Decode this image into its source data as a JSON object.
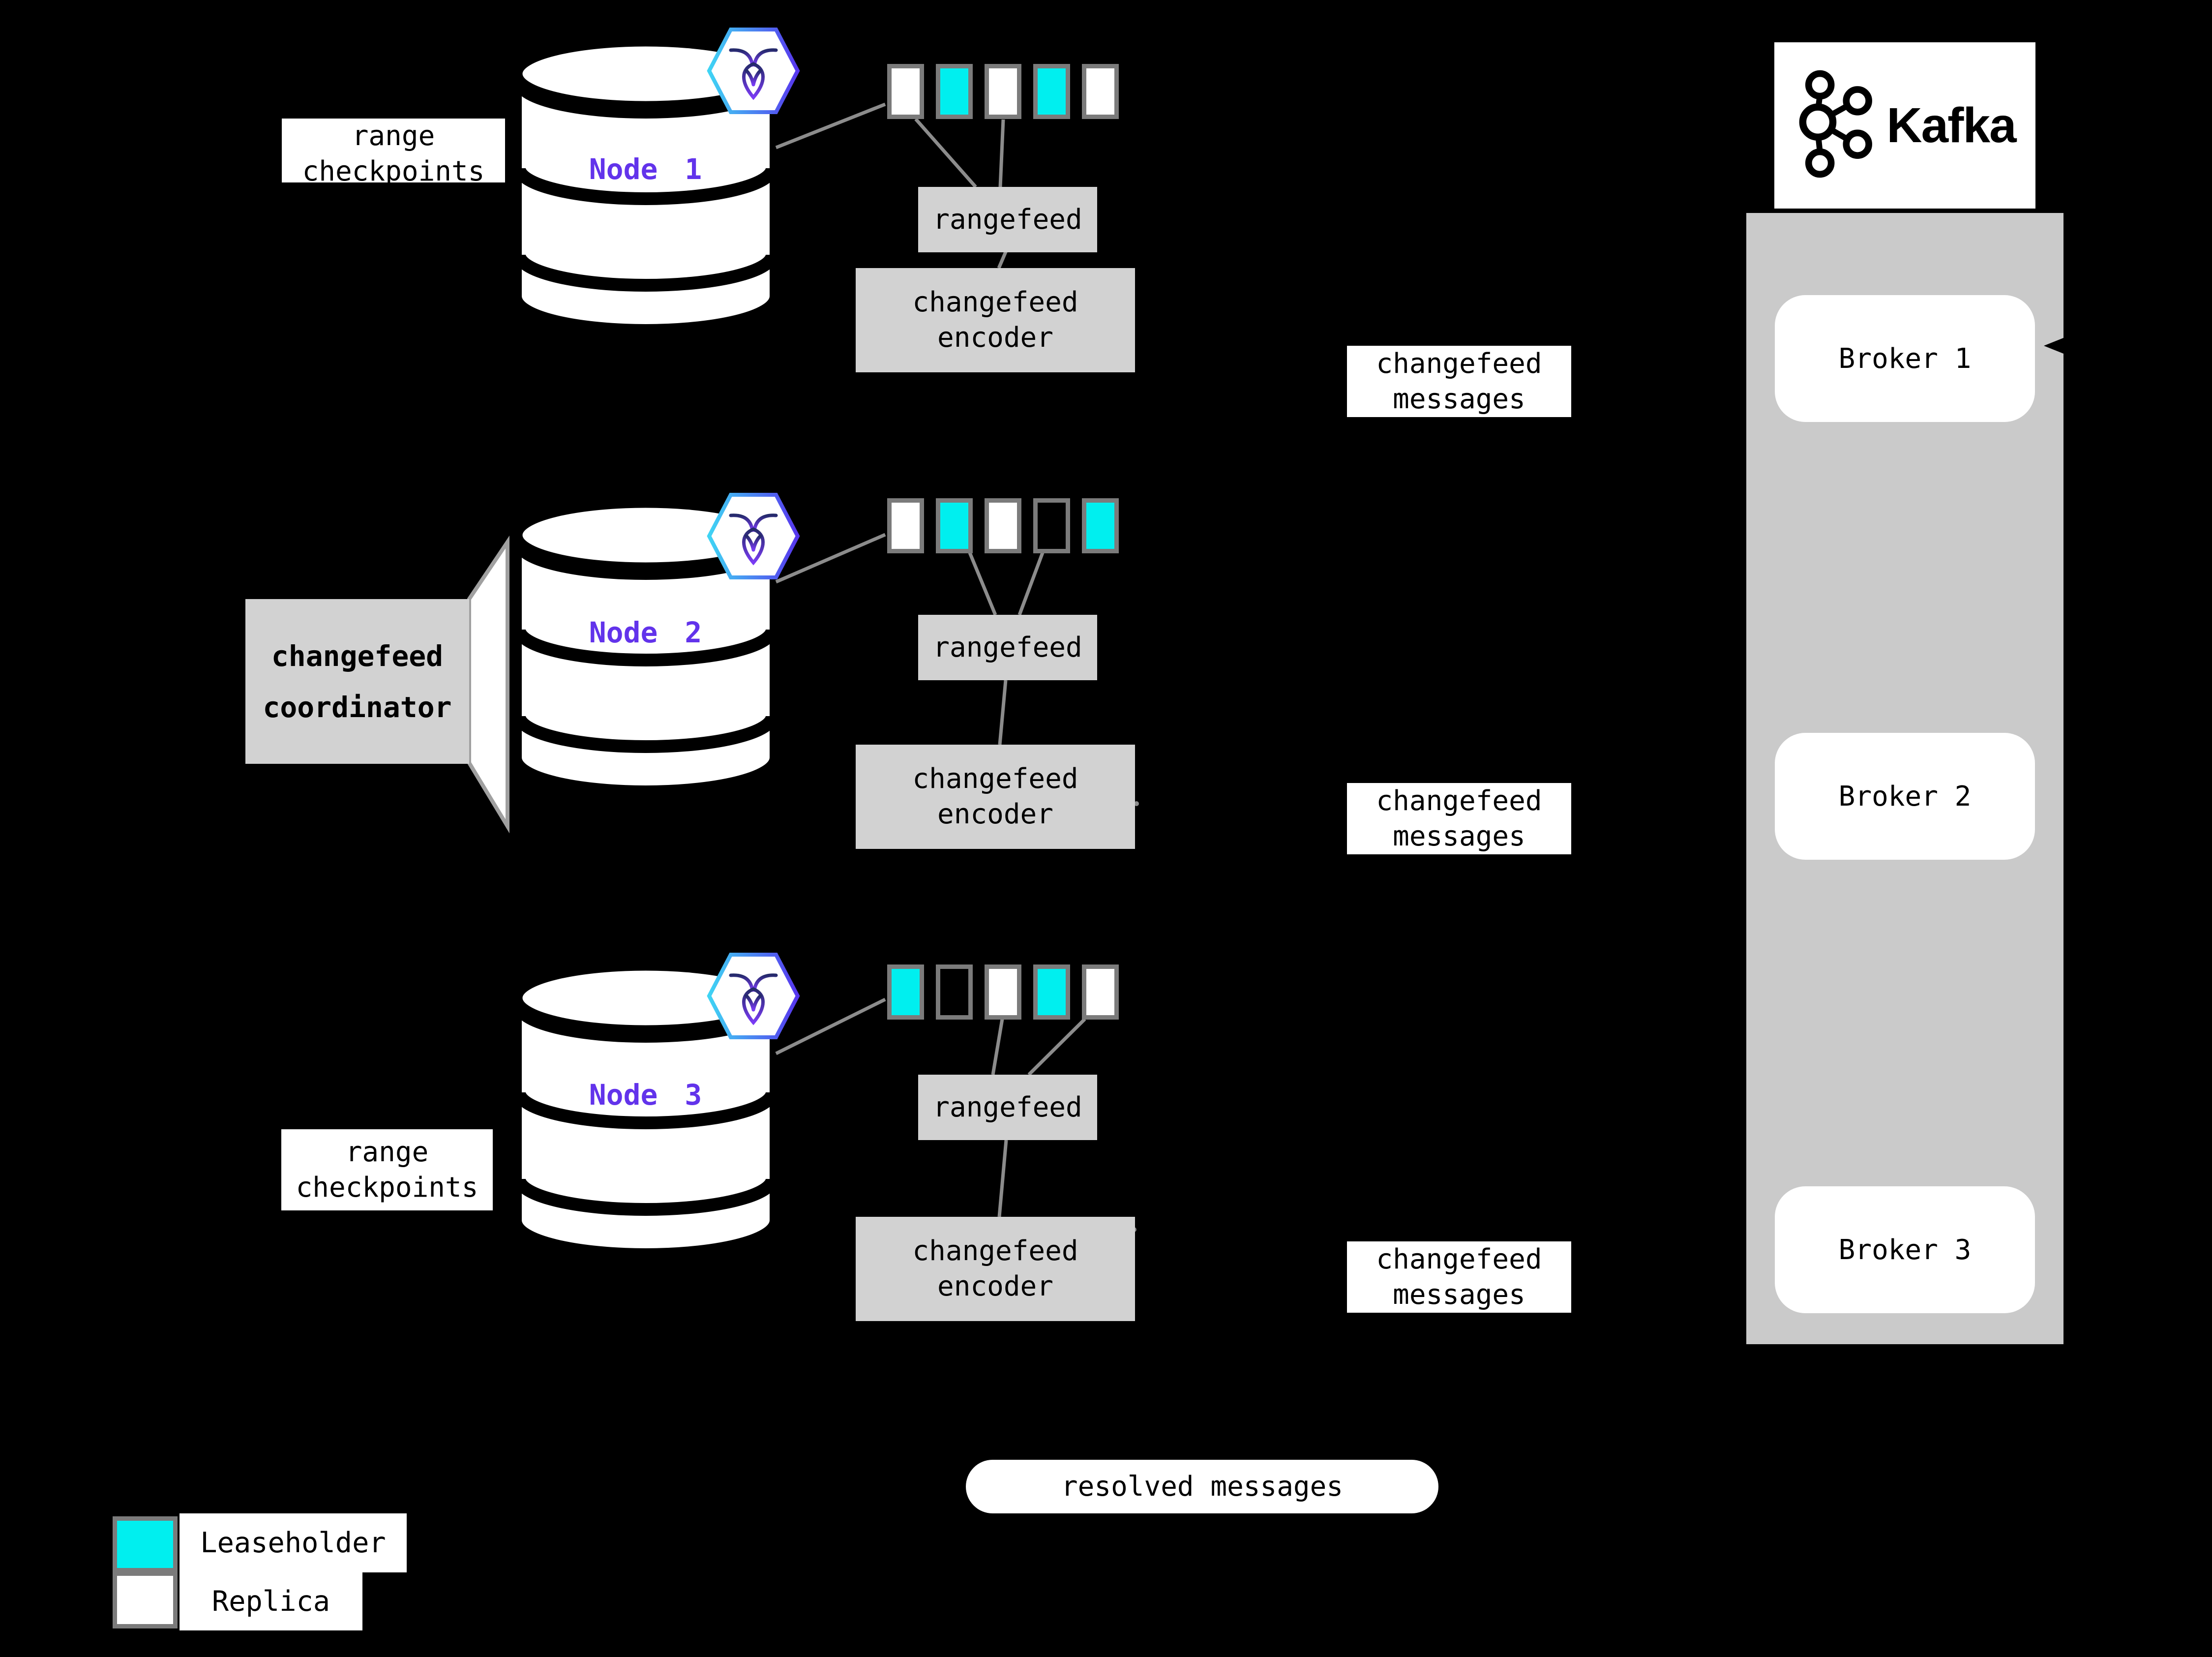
{
  "nodes": [
    {
      "name": "Node 1",
      "rangefeed": "rangefeed",
      "encoder": "changefeed\nencoder",
      "ranges": [
        "replica",
        "leaseholder",
        "replica",
        "leaseholder",
        "replica"
      ]
    },
    {
      "name": "Node 2",
      "rangefeed": "rangefeed",
      "encoder": "changefeed\nencoder",
      "ranges": [
        "replica",
        "leaseholder",
        "replica",
        "empty",
        "leaseholder"
      ]
    },
    {
      "name": "Node 3",
      "rangefeed": "rangefeed",
      "encoder": "changefeed\nencoder",
      "ranges": [
        "leaseholder",
        "empty",
        "replica",
        "leaseholder",
        "replica"
      ]
    }
  ],
  "annotations": {
    "range_checkpoints_top": "range\ncheckpoints",
    "range_checkpoints_bottom": "range\ncheckpoints",
    "changefeed_coordinator": "changefeed\ncoordinator",
    "changefeed_messages_1": "changefeed\nmessages",
    "changefeed_messages_2": "changefeed\nmessages",
    "changefeed_messages_3": "changefeed\nmessages",
    "resolved_messages": "resolved messages"
  },
  "kafka": {
    "wordmark": "Kafka",
    "brokers": [
      "Broker 1",
      "Broker 2",
      "Broker 3"
    ]
  },
  "legend": [
    {
      "swatch": "leaseholder",
      "label": "Leaseholder"
    },
    {
      "swatch": "replica",
      "label": "Replica"
    }
  ],
  "colors": {
    "background": "#000000",
    "leaseholder_fill": "#00efef",
    "replica_fill": "#ffffff",
    "node_label_purple": "#6233eb",
    "connector_gray": "#8c8c8c",
    "box_gray": "#d2d2d2",
    "kafka_panel_gray": "#cacaca",
    "range_border_gray": "#7b7b7b"
  }
}
